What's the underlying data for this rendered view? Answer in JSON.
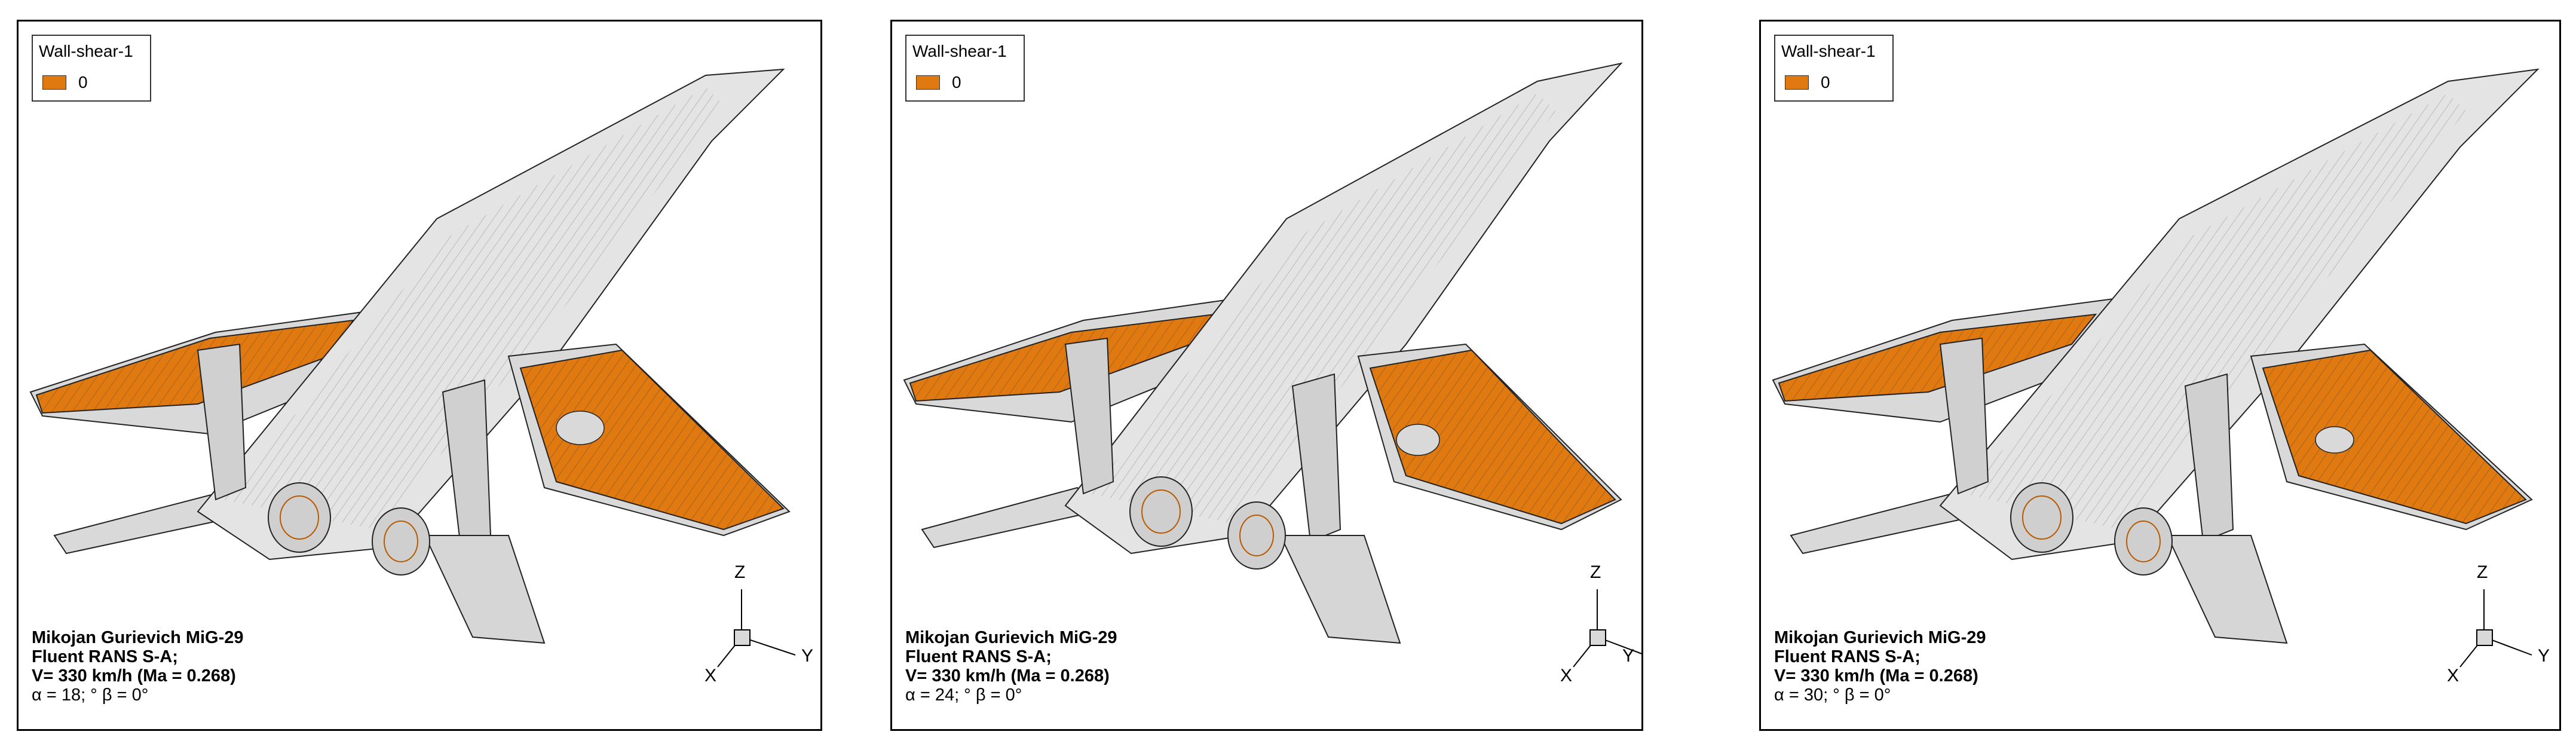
{
  "panels": [
    {
      "legend": {
        "title": "Wall-shear-1",
        "value": "0"
      },
      "caption": {
        "aircraft": "Mikojan Gurievich MiG-29",
        "solver": "Fluent RANS S-A;",
        "velocity": "V= 330 km/h (Ma = 0.268)",
        "angles": "α =  18; ° β = 0°"
      },
      "axes": {
        "z": "Z",
        "y": "Y",
        "x": "X"
      }
    },
    {
      "legend": {
        "title": "Wall-shear-1",
        "value": "0"
      },
      "caption": {
        "aircraft": "Mikojan Gurievich MiG-29",
        "solver": "Fluent RANS S-A;",
        "velocity": "V= 330 km/h (Ma = 0.268)",
        "angles": "α =  24; ° β = 0°"
      },
      "axes": {
        "z": "Z",
        "y": "Y",
        "x": "X"
      }
    },
    {
      "legend": {
        "title": "Wall-shear-1",
        "value": "0"
      },
      "caption": {
        "aircraft": "Mikojan Gurievich MiG-29",
        "solver": "Fluent RANS S-A;",
        "velocity": "V= 330 km/h (Ma = 0.268)",
        "angles": "α =  30; ° β = 0°"
      },
      "axes": {
        "z": "Z",
        "y": "Y",
        "x": "X"
      }
    }
  ],
  "colors": {
    "separation": "#e07a10",
    "surface": "#d9d9d9",
    "lines": "#222222"
  }
}
